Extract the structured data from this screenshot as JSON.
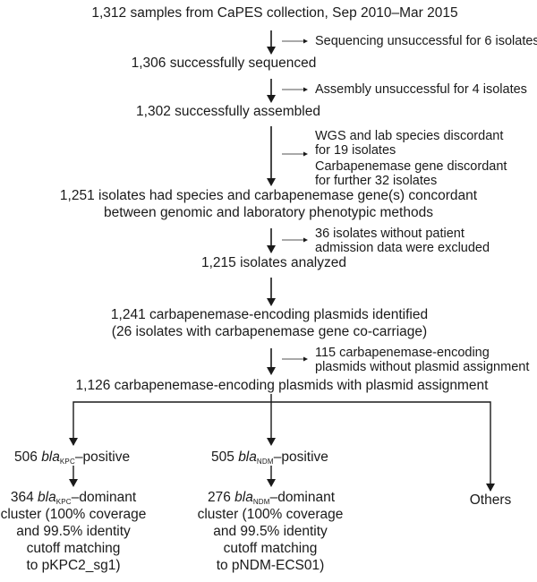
{
  "diagram": {
    "steps": [
      {
        "id": "collection",
        "text": "1,312 samples from CaPES collection, Sep 2010–Mar 2015"
      },
      {
        "id": "sequenced",
        "text": "1,306 successfully sequenced"
      },
      {
        "id": "assembled",
        "text": "1,302 successfully assembled"
      },
      {
        "id": "concordant",
        "lines": [
          "1,251 isolates had species and carbapenemase gene(s) concordant",
          "between genomic and laboratory phenotypic methods"
        ]
      },
      {
        "id": "analyzed",
        "text": "1,215 isolates analyzed"
      },
      {
        "id": "plasmids_identified",
        "lines": [
          "1,241 carbapenemase-encoding plasmids identified",
          "(26 isolates with carbapenemase gene co-carriage)"
        ]
      },
      {
        "id": "plasmid_assignment",
        "text": "1,126 carbapenemase-encoding plasmids with plasmid assignment"
      }
    ],
    "exclusions": [
      {
        "id": "seq_fail",
        "lines": [
          "Sequencing unsuccessful for 6 isolates"
        ]
      },
      {
        "id": "asm_fail",
        "lines": [
          "Assembly unsuccessful for 4 isolates"
        ]
      },
      {
        "id": "discordant",
        "lines": [
          "WGS and lab species discordant",
          "for 19 isolates",
          "Carbapenemase gene discordant",
          "for further 32 isolates"
        ]
      },
      {
        "id": "no_admission",
        "lines": [
          "36 isolates without patient",
          "admission data were excluded"
        ]
      },
      {
        "id": "no_assignment",
        "lines": [
          "115 carbapenemase-encoding",
          "plasmids without plasmid assignment"
        ]
      }
    ],
    "branches": {
      "kpc": {
        "positive": {
          "count": "506",
          "gene": "bla",
          "subscript": "KPC",
          "suffix": "–positive"
        },
        "dominant": {
          "count": "364",
          "gene": "bla",
          "subscript": "KPC",
          "suffix": "–dominant",
          "lines": [
            "cluster (100% coverage",
            "and 99.5% identity",
            "cutoff matching",
            "to pKPC2_sg1)"
          ]
        }
      },
      "ndm": {
        "positive": {
          "count": "505",
          "gene": "bla",
          "subscript": "NDM",
          "suffix": "–positive"
        },
        "dominant": {
          "count": "276",
          "gene": "bla",
          "subscript": "NDM",
          "suffix": "–dominant",
          "lines": [
            "cluster (100% coverage",
            "and 99.5% identity",
            "cutoff matching",
            "to pNDM-ECS01)"
          ]
        }
      },
      "others": {
        "text": "Others"
      }
    },
    "colors": {
      "ink": "#1a1a1a",
      "background": "#ffffff"
    }
  }
}
